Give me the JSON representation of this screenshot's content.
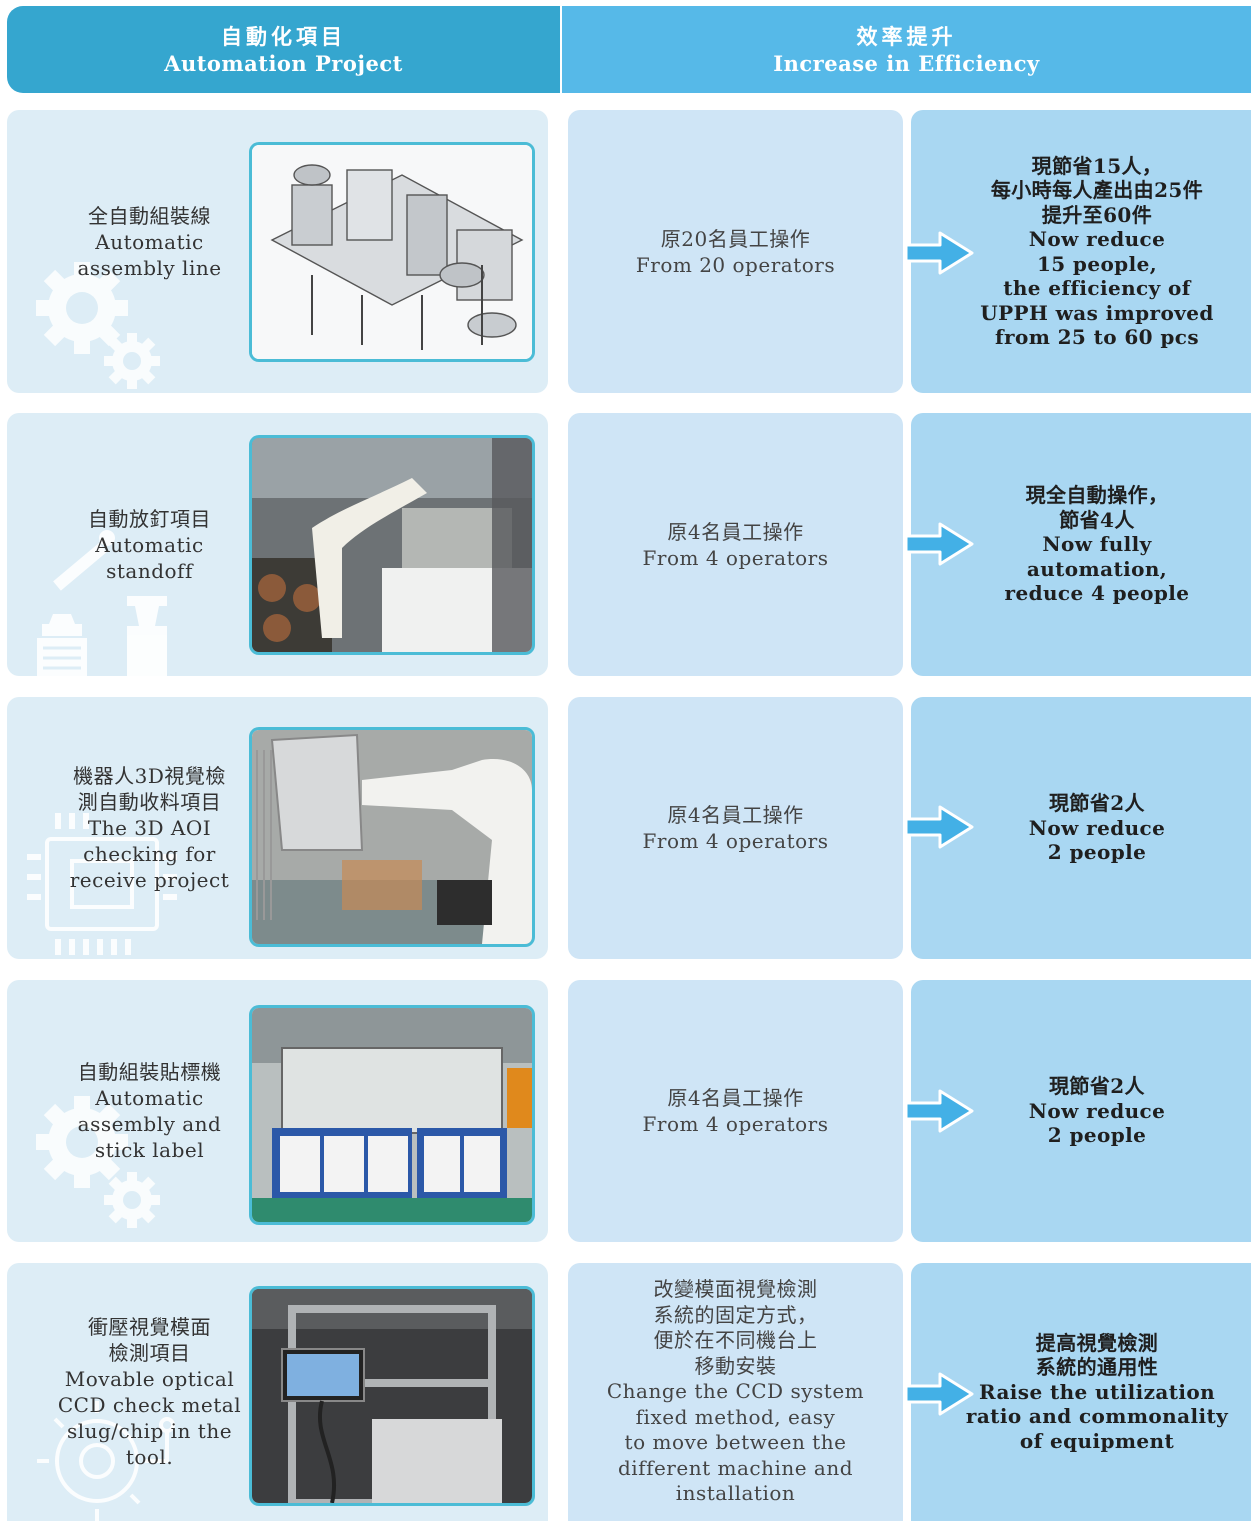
{
  "header": {
    "project_zh": "自動化項目",
    "project_en": "Automation Project",
    "efficiency_zh": "效率提升",
    "efficiency_en": "Increase in Efficiency"
  },
  "colors": {
    "header_left": "#35a6cf",
    "header_right": "#56b9e8",
    "project_card": "#ddedf6",
    "original_card": "#cfe5f6",
    "result_card": "#a9d7f2",
    "arrow": "#43b0e6",
    "photo_border": "#4bbcd6"
  },
  "rows": [
    {
      "project_lines": [
        "全自動組裝線",
        "Automatic",
        "assembly line"
      ],
      "decor_icon": "gears-icon",
      "photo": "assembly-line-3d-render",
      "original_lines": [
        "原20名員工操作",
        "From 20 operators"
      ],
      "result_lines": [
        "現節省15人，",
        "每小時每人產出由25件",
        "提升至60件",
        "Now reduce",
        "15 people,",
        "the efficiency of",
        "UPPH was improved",
        "from 25 to 60 pcs"
      ]
    },
    {
      "project_lines": [
        "自動放釘項目",
        "Automatic",
        "standoff"
      ],
      "decor_icon": "robot-arm-icon",
      "photo": "robot-arm-standoff-station",
      "original_lines": [
        "原4名員工操作",
        "From 4 operators"
      ],
      "result_lines": [
        "現全自動操作，",
        "節省4人",
        "Now fully",
        "automation,",
        "reduce 4 people"
      ]
    },
    {
      "project_lines": [
        "機器人3D視覺檢",
        "測自動收料項目",
        "The 3D AOI",
        "checking for",
        "receive project"
      ],
      "decor_icon": "chip-icon",
      "photo": "robot-3d-vision-station",
      "original_lines": [
        "原4名員工操作",
        "From 4 operators"
      ],
      "result_lines": [
        "現節省2人",
        "Now reduce",
        "2 people"
      ]
    },
    {
      "project_lines": [
        "自動組裝貼標機",
        "Automatic",
        "assembly and",
        "stick label"
      ],
      "decor_icon": "gears-icon",
      "photo": "labeling-machine",
      "original_lines": [
        "原4名員工操作",
        "From 4 operators"
      ],
      "result_lines": [
        "現節省2人",
        "Now reduce",
        "2 people"
      ]
    },
    {
      "project_lines": [
        "衝壓視覺模面",
        "檢測項目",
        "Movable optical",
        "CCD check metal",
        "slug/chip in the",
        "tool."
      ],
      "decor_icon": "gear-circuit-icon",
      "photo": "ccd-monitor-cart",
      "original_lines": [
        "改變模面視覺檢測",
        "系統的固定方式，",
        "便於在不同機台上",
        "移動安裝",
        "Change the CCD system",
        "fixed method, easy",
        "to move between the",
        "different machine and",
        "installation"
      ],
      "result_lines": [
        "提高視覺檢測",
        "系統的通用性",
        "Raise the utilization",
        "ratio and commonality",
        "of equipment"
      ]
    }
  ]
}
